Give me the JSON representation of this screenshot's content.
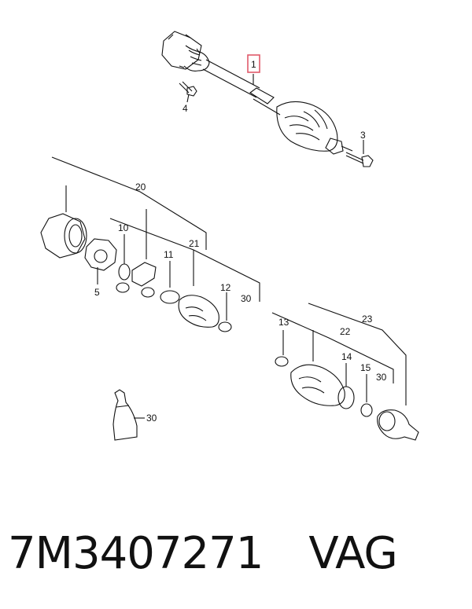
{
  "callouts": {
    "c1": "1",
    "c3": "3",
    "c4": "4",
    "c5": "5",
    "c10": "10",
    "c11": "11",
    "c12": "12",
    "c13": "13",
    "c14": "14",
    "c15": "15",
    "c20": "20",
    "c21": "21",
    "c22": "22",
    "c23": "23",
    "c30a": "30",
    "c30b": "30",
    "c30c": "30"
  },
  "caption": {
    "part_number": "7M3407271",
    "brand": "VAG"
  },
  "colors": {
    "highlight": "#e05a6a",
    "line": "#111111"
  }
}
